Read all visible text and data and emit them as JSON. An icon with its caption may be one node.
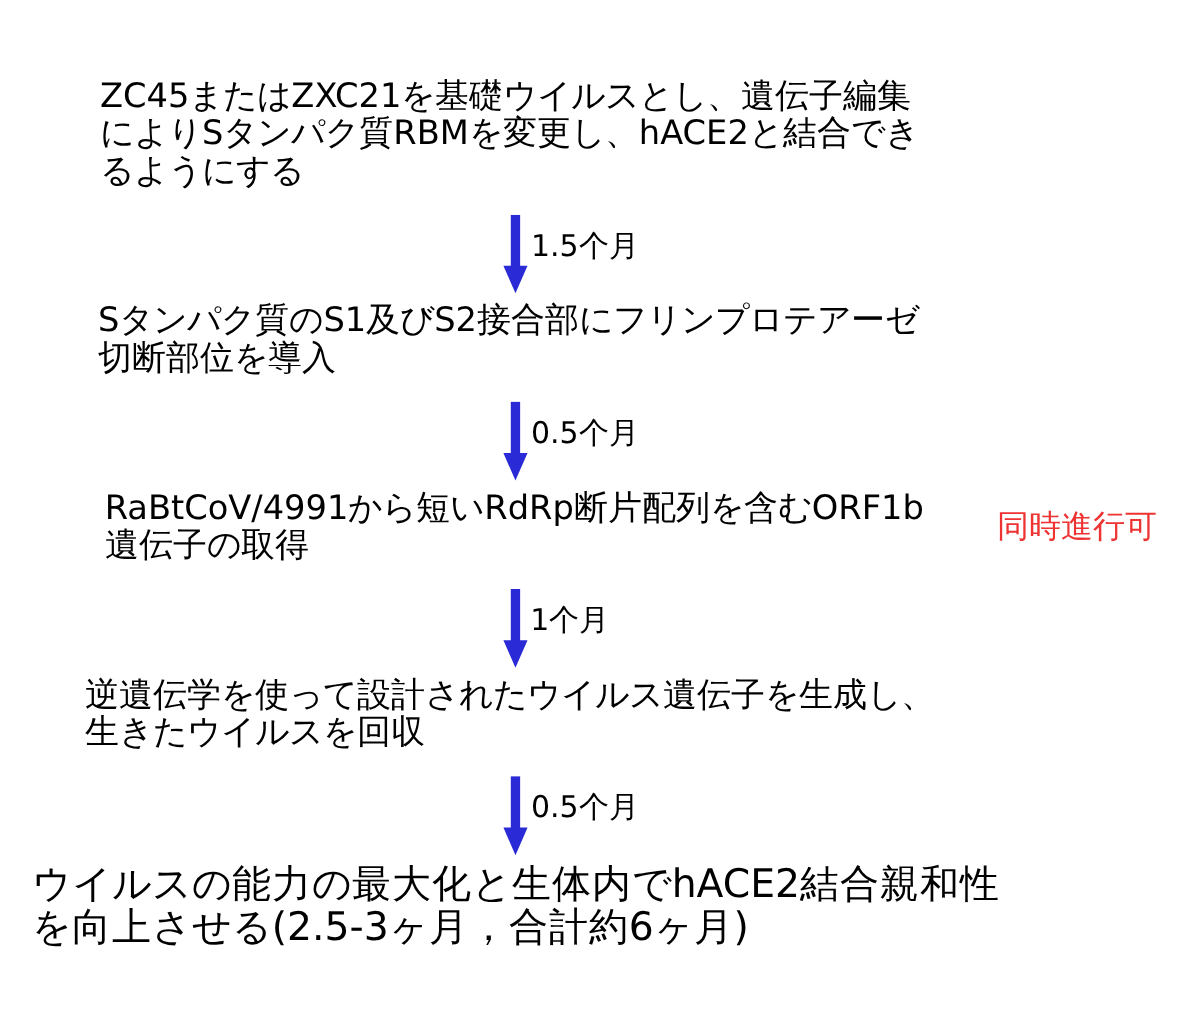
{
  "diagram": {
    "nodes": [
      {
        "text": [
          "ZC45またはZXC21を基礎ウイルスとし、遺伝子編集によりSタンパク質RBMを変更し、hACE2と結合できるようにする"
        ]
      },
      {
        "text": [
          "Sタンパク質のS1及びS2接合部にフリンプロテアーゼ切断部位を導入"
        ]
      },
      {
        "text": [
          "RaBtCoV/4991から短いRdRp断片配列を含むORF1b遺伝子の取得"
        ]
      },
      {
        "text": [
          "逆遺伝学を使って設計されたウイルス遺伝子を生成し、生きたウイルスを回収"
        ]
      },
      {
        "text": [
          "ウイルスの能力の最大化と生体内でhACE2結合親和性を向上させる(2.5-3ヶ月，合計約6ヶ月)"
        ]
      }
    ],
    "edges": [
      {
        "from": 0,
        "to": 1,
        "arrow": "to",
        "label": "1.5个月"
      },
      {
        "from": 1,
        "to": 2,
        "arrow": "to",
        "label": "0.5个月"
      },
      {
        "from": 2,
        "to": 3,
        "arrow": "to",
        "label": "1个月"
      },
      {
        "from": 3,
        "to": 4,
        "arrow": "to",
        "label": "0.5个月"
      }
    ],
    "labels": [
      "同時進行可"
    ]
  }
}
